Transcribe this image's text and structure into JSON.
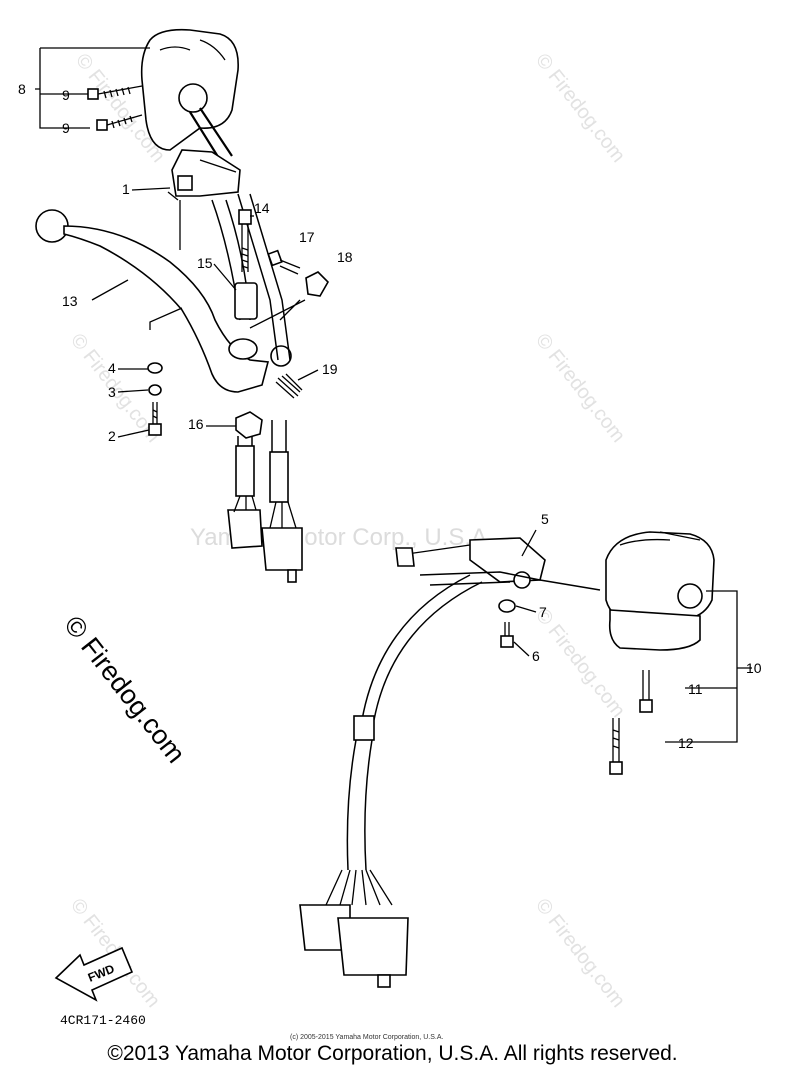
{
  "diagram": {
    "part_callouts": [
      "1",
      "2",
      "3",
      "4",
      "5",
      "6",
      "7",
      "8",
      "9",
      "9",
      "10",
      "11",
      "12",
      "13",
      "14",
      "15",
      "16",
      "17",
      "18",
      "19"
    ],
    "watermark_text": "© Firedog.com",
    "center_watermark": "Yamaha Motor Corp., U.S.A.",
    "fwd_label": "FWD",
    "diagram_code": "4CR171-2460",
    "small_copyright": "(c) 2005-2015 Yamaha Motor Corporation, U.S.A."
  },
  "footer": {
    "copyright": "©2013 Yamaha Motor Corporation, U.S.A. All rights reserved."
  }
}
